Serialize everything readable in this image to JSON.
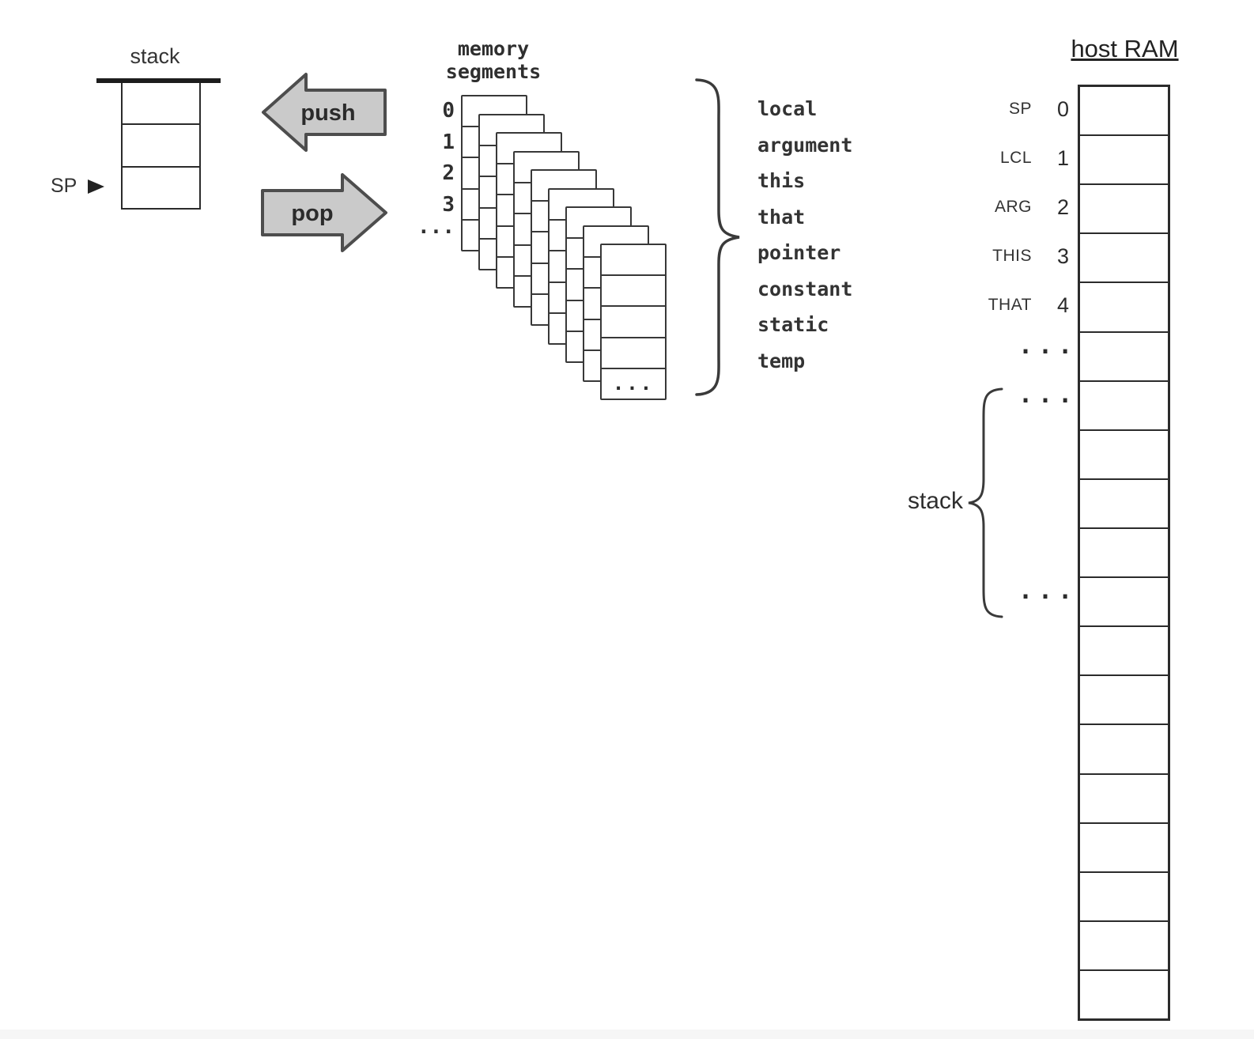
{
  "colors": {
    "background": "#ffffff",
    "line": "#2b2b2b",
    "text": "#2b2b2b",
    "arrow_fill": "#cacaca",
    "arrow_stroke": "#4d4d4d",
    "footer_strip": "#f6f6f6"
  },
  "mini_stack": {
    "title": "stack",
    "pointer_label": "SP",
    "cell_count": 3
  },
  "operations": {
    "push_label": "push",
    "pop_label": "pop"
  },
  "memory_segments": {
    "title_line1": "memory",
    "title_line2": "segments",
    "index_labels": [
      "0",
      "1",
      "2",
      "3",
      "..."
    ],
    "card_count": 9,
    "rows_per_card": 5,
    "front_card_ellipsis": "...",
    "segment_names": [
      "local",
      "argument",
      "this",
      "that",
      "pointer",
      "constant",
      "static",
      "temp"
    ]
  },
  "host_ram": {
    "title": "host RAM",
    "cell_count": 19,
    "pointer_rows": [
      {
        "label": "SP",
        "address": "0",
        "row": 0
      },
      {
        "label": "LCL",
        "address": "1",
        "row": 1
      },
      {
        "label": "ARG",
        "address": "2",
        "row": 2
      },
      {
        "label": "THIS",
        "address": "3",
        "row": 3
      },
      {
        "label": "THAT",
        "address": "4",
        "row": 4
      }
    ],
    "ellipsis": "...",
    "ellipsis_rows": [
      5,
      6,
      10
    ],
    "stack_label": "stack",
    "stack_brace_row_start": 6,
    "stack_brace_row_end": 10
  }
}
